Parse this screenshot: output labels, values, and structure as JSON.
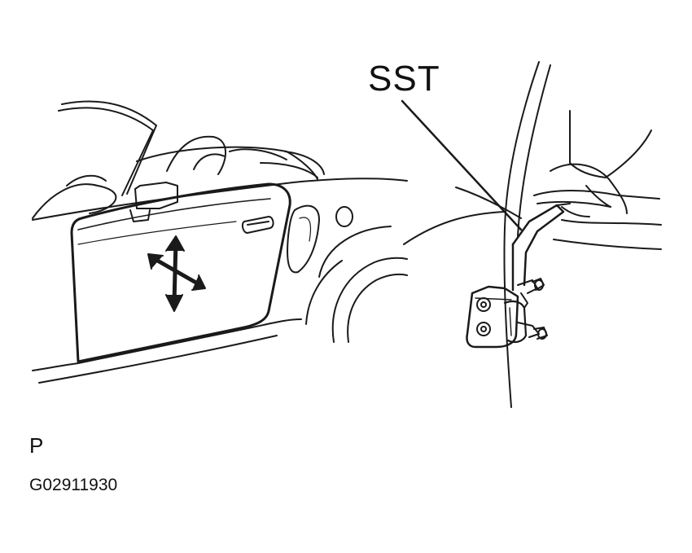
{
  "labels": {
    "tool": "SST",
    "view": "P",
    "code": "G02911930"
  },
  "colors": {
    "line": "#1a1a1a",
    "background": "#ffffff"
  },
  "icons": {
    "adjust_arrows": "four-way-arrow-icon"
  }
}
